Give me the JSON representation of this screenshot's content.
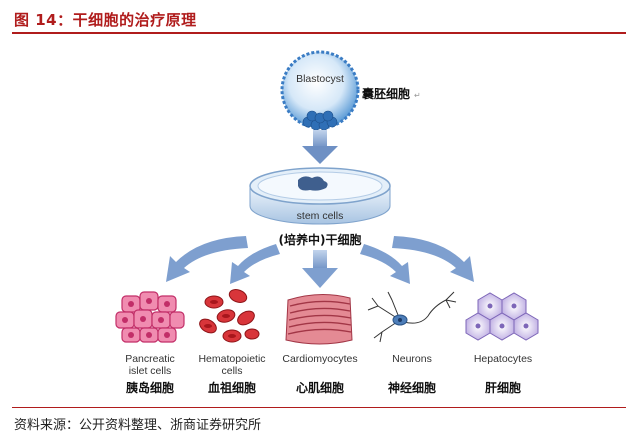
{
  "figure": {
    "title": "图 14：干细胞的治疗原理",
    "source": "资料来源：公开资料整理、浙商证券研究所"
  },
  "blastocyst": {
    "en": "Blastocyst",
    "zh": "囊胚细胞"
  },
  "stem": {
    "en": "stem cells",
    "zh": "(培养中)干细胞"
  },
  "cells": [
    {
      "en1": "Pancreatic",
      "en2": "islet cells",
      "zh": "胰岛细胞",
      "color": "#e0457a"
    },
    {
      "en1": "Hematopoietic",
      "en2": "cells",
      "zh": "血祖细胞",
      "color": "#c8242c"
    },
    {
      "en1": "Cardiomyocytes",
      "en2": "",
      "zh": "心肌细胞",
      "color": "#c84a5c"
    },
    {
      "en1": "Neurons",
      "en2": "",
      "zh": "神经细胞",
      "color": "#6a8fb8"
    },
    {
      "en1": "Hepatocytes",
      "en2": "",
      "zh": "肝细胞",
      "color": "#b49cd8"
    }
  ],
  "colors": {
    "title": "#b01c1c",
    "arrow": "#7e9fcf",
    "dish": "#cfe0f2"
  }
}
